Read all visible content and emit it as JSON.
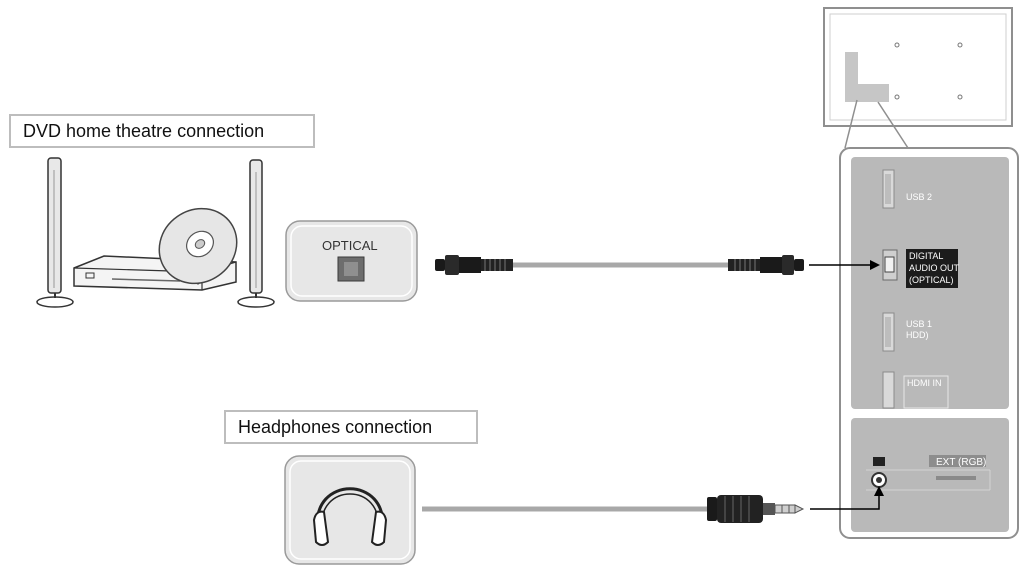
{
  "sections": {
    "dvd_title": "DVD home theatre connection",
    "headphones_title": "Headphones connection"
  },
  "source_devices": {
    "optical_port_label": "OPTICAL"
  },
  "tv_panel": {
    "usb2_label": "USB 2",
    "digital_audio_line1": "DIGITAL",
    "digital_audio_line2": "AUDIO OUT",
    "digital_audio_line3": "(OPTICAL)",
    "usb1_line1": "USB 1",
    "usb1_line2": "HDD)",
    "hdmi_label": "HDMI IN",
    "ext_label": "EXT (RGB)"
  },
  "colors": {
    "panel_gray": "#b9b9b9",
    "panel_border": "#8f8f8f",
    "cable_gray": "#a8a8a8",
    "plug_black": "#1a1a1a"
  }
}
